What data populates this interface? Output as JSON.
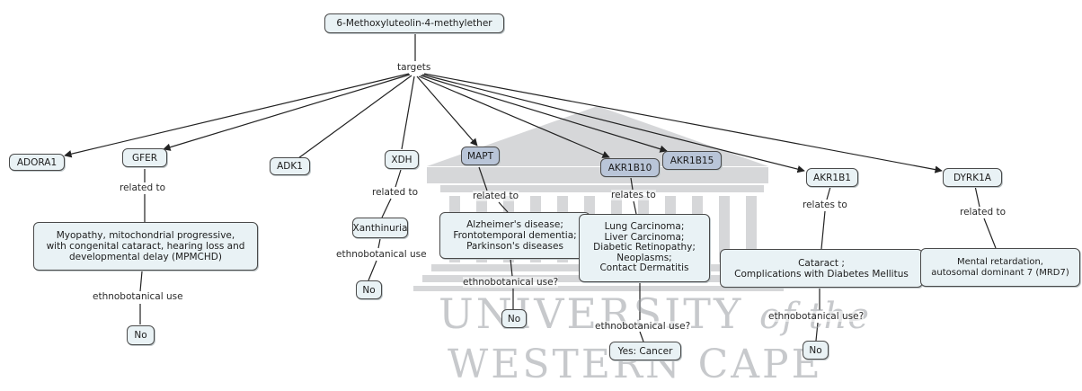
{
  "concept_map": {
    "root": "6-Methoxyluteolin-4-methylether",
    "targets_label": "targets",
    "targets": [
      {
        "id": "adora1",
        "name": "ADORA1"
      },
      {
        "id": "gfer",
        "name": "GFER",
        "link": "related to",
        "disease": "Myopathy, mitochondrial progressive,\nwith congenital cataract, hearing loss and\ndevelopmental delay (MPMCHD)",
        "use_label": "ethnobotanical use",
        "use_value": "No"
      },
      {
        "id": "adk1",
        "name": "ADK1"
      },
      {
        "id": "xdh",
        "name": "XDH",
        "link": "related to",
        "disease": "Xanthinuria",
        "use_label": "ethnobotanical use",
        "use_value": "No"
      },
      {
        "id": "mapt",
        "name": "MAPT",
        "link": "related to",
        "disease": "Alzheimer's disease;\nFrontotemporal dementia;\nParkinson's diseases",
        "use_label": "ethnobotanical use?",
        "use_value": "No"
      },
      {
        "id": "akr1b10",
        "name": "AKR1B10",
        "link": "relates to",
        "disease": "Lung Carcinoma;\nLiver Carcinoma;\nDiabetic Retinopathy;\nNeoplasms;\nContact Dermatitis",
        "use_label": "ethnobotanical use?",
        "use_value": "Yes: Cancer"
      },
      {
        "id": "akr1b15",
        "name": "AKR1B15"
      },
      {
        "id": "akr1b1",
        "name": "AKR1B1",
        "link": "relates to",
        "disease": "Cataract ;\nComplications with Diabetes Mellitus",
        "use_label": "ethnobotanical use?",
        "use_value": "No"
      },
      {
        "id": "dyrk1a",
        "name": "DYRK1A",
        "link": "related to",
        "disease": "Mental retardation,\nautosomal dominant 7 (MRD7)"
      }
    ]
  },
  "watermark": {
    "line1": "UNIVERSITY",
    "line1_suffix": "of the",
    "line2": "WESTERN CAPE"
  }
}
